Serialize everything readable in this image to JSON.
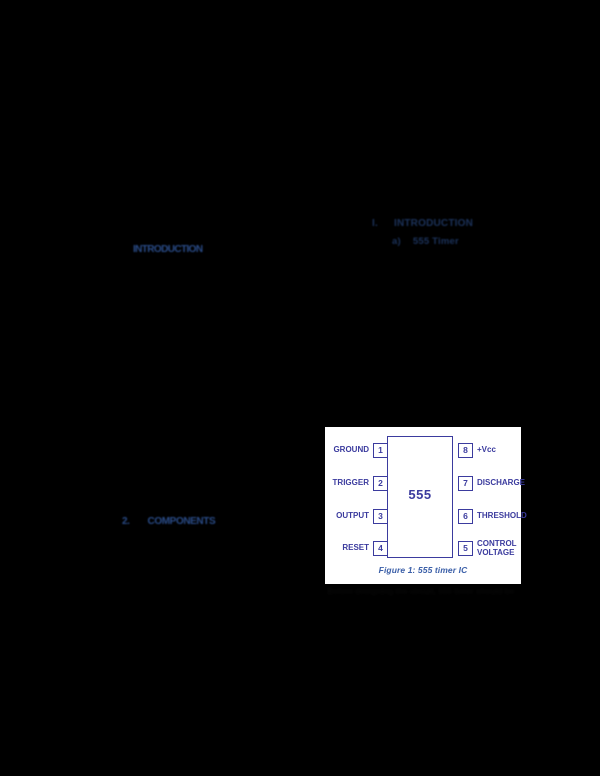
{
  "page": {
    "background_color": "#000000",
    "text_color": "#2f5496"
  },
  "right_column": {
    "heading_number": "I.",
    "heading_text": "INTRODUCTION",
    "sub_item_marker": "a)",
    "sub_item_text": "555 Timer"
  },
  "left_column": {
    "section_a_text": "INTRODUCTION",
    "section_b_number": "2.",
    "section_b_text": "COMPONENTS"
  },
  "figure": {
    "caption": "Figure 1: 555 timer IC",
    "chip_label": "555",
    "border_color": "#3b3b9e",
    "panel_color": "#ffffff",
    "left_pins": [
      {
        "number": "1",
        "label": "GROUND"
      },
      {
        "number": "2",
        "label": "TRIGGER"
      },
      {
        "number": "3",
        "label": "OUTPUT"
      },
      {
        "number": "4",
        "label": "RESET"
      }
    ],
    "right_pins": [
      {
        "number": "8",
        "label": "+Vcc"
      },
      {
        "number": "7",
        "label": "DISCHARGE"
      },
      {
        "number": "6",
        "label": "THRESHOLD"
      },
      {
        "number": "5",
        "label": "CONTROL VOLTAGE"
      }
    ]
  },
  "below_caption_text": "Before designing the circuit, 555 timer should be"
}
